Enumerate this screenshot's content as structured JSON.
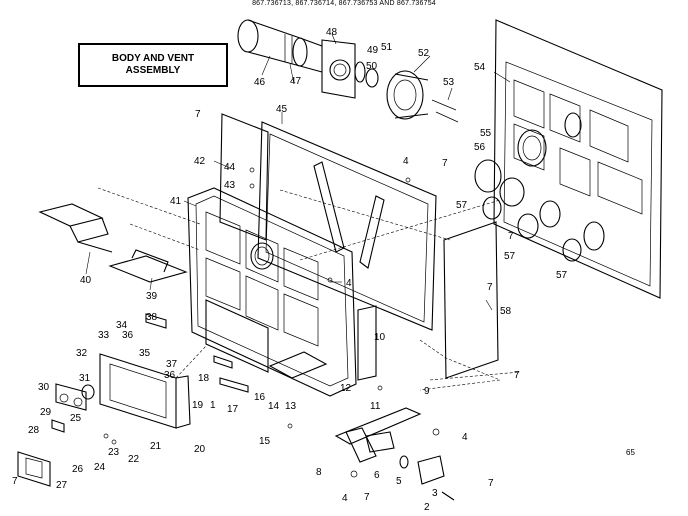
{
  "header": {
    "model_numbers": "867.736713, 867.736714, 867.736753 AND 867.736754"
  },
  "title": {
    "line1": "BODY AND VENT",
    "line2": "ASSEMBLY"
  },
  "page_number": "65",
  "callouts": {
    "c1": "1",
    "c2": "2",
    "c3": "3",
    "c4a": "4",
    "c4b": "4",
    "c4c": "4",
    "c4d": "4",
    "c5": "5",
    "c6": "6",
    "c7a": "7",
    "c7b": "7",
    "c7c": "7",
    "c7d": "7",
    "c7e": "7",
    "c7f": "7",
    "c7g": "7",
    "c7h": "7",
    "c8": "8",
    "c9": "9",
    "c10": "10",
    "c11": "11",
    "c12": "12",
    "c13": "13",
    "c14": "14",
    "c15": "15",
    "c16": "16",
    "c17": "17",
    "c18": "18",
    "c19": "19",
    "c20": "20",
    "c21": "21",
    "c22": "22",
    "c23": "23",
    "c24": "24",
    "c25": "25",
    "c26": "26",
    "c27": "27",
    "c28": "28",
    "c29": "29",
    "c30": "30",
    "c31": "31",
    "c32": "32",
    "c33": "33",
    "c34": "34",
    "c35": "35",
    "c36a": "36",
    "c36b": "36",
    "c37": "37",
    "c38": "38",
    "c39": "39",
    "c40": "40",
    "c41": "41",
    "c42": "42",
    "c43": "43",
    "c44": "44",
    "c45": "45",
    "c46": "46",
    "c47": "47",
    "c48": "48",
    "c49": "49",
    "c50": "50",
    "c51": "51",
    "c52": "52",
    "c53": "53",
    "c54": "54",
    "c55": "55",
    "c56": "56",
    "c57a": "57",
    "c57b": "57",
    "c57c": "57",
    "c58": "58"
  }
}
